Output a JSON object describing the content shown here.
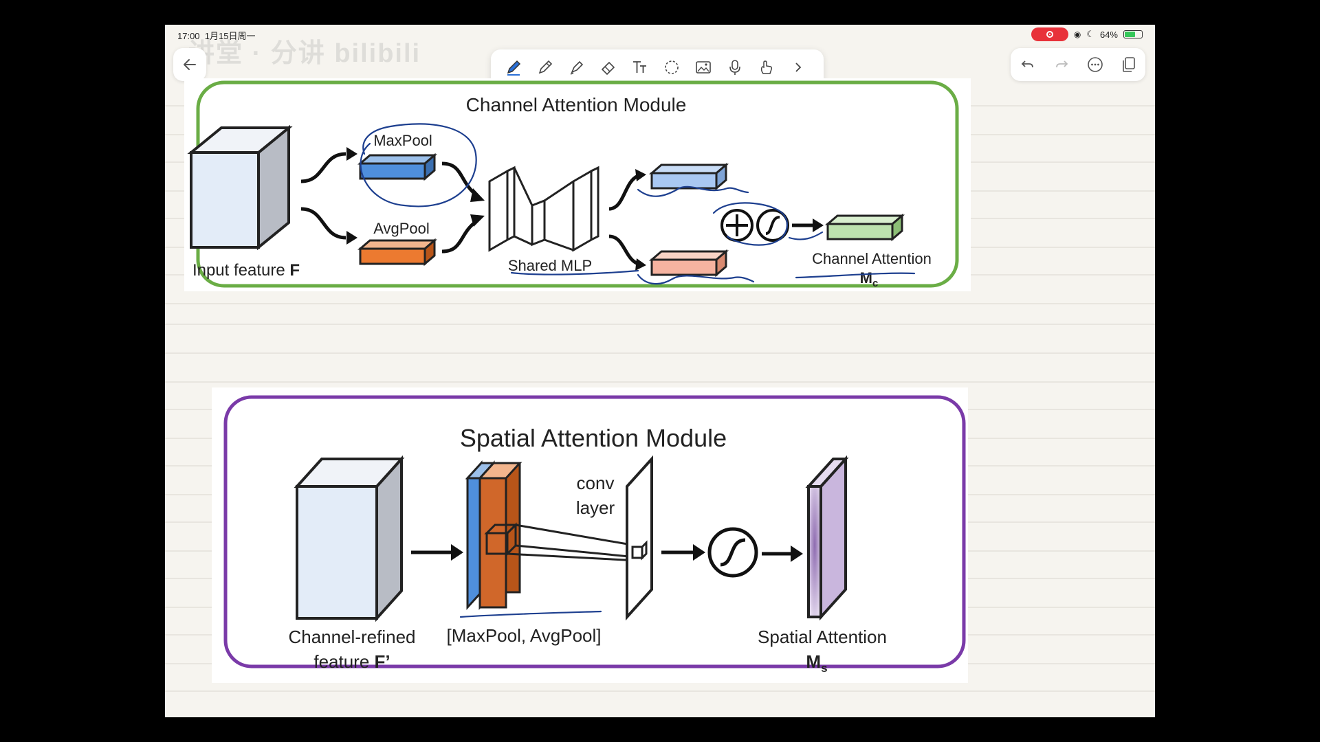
{
  "status_bar": {
    "time": "17:00",
    "date": "1月15日周一",
    "battery_percent": "64%",
    "battery_level": 0.64
  },
  "watermark": "讲堂 · 分讲 bilibili",
  "toolbar": {
    "tools": [
      "pen-icon",
      "pencil-icon",
      "highlighter-icon",
      "eraser-icon",
      "text-tool-icon",
      "lasso-icon",
      "image-icon",
      "microphone-icon",
      "hand-draw-icon",
      "chevron-right-icon"
    ],
    "colors": [
      "#000000",
      "#e8412c",
      "#1e7df0",
      "#1a7f3a",
      "#2a6fd6",
      "#9a9a9a",
      "#a3692c",
      "#a815c9"
    ],
    "selected_color_index": 4
  },
  "right_tools": [
    "undo-icon",
    "redo-icon",
    "more-icon",
    "pages-icon"
  ],
  "channel_module": {
    "title": "Channel Attention Module",
    "input_label": "Input feature ",
    "input_symbol": "F",
    "maxpool_label": "MaxPool",
    "avgpool_label": "AvgPool",
    "mlp_label": "Shared MLP",
    "output_label": "Channel Attention",
    "output_symbol": "M",
    "output_sub": "c",
    "border_color": "#6aad45"
  },
  "spatial_module": {
    "title": "Spatial Attention Module",
    "input_label_line1": "Channel-refined",
    "input_label_line2": "feature ",
    "input_symbol": "F’",
    "concat_label": "[MaxPool, AvgPool]",
    "conv_label_line1": "conv",
    "conv_label_line2": "layer",
    "output_label": "Spatial Attention",
    "output_symbol": "M",
    "output_sub": "s",
    "border_color": "#7a3aa8"
  }
}
